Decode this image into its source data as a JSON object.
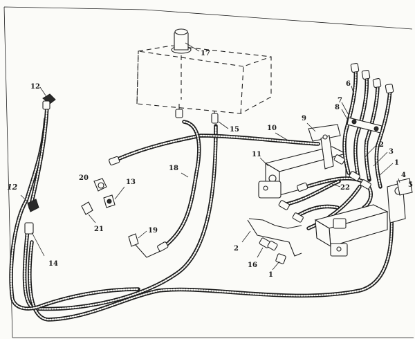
{
  "diagram": {
    "callouts": {
      "c17": "17",
      "c15": "15",
      "c12a": "12",
      "c12b": "12",
      "c14": "14",
      "c10": "10",
      "c9": "9",
      "c6": "6",
      "c7": "7",
      "c8": "8",
      "c11": "11",
      "c18": "18",
      "c20": "20",
      "c13": "13",
      "c21": "21",
      "c19": "19",
      "c22": "22",
      "c2a": "2",
      "c3": "3",
      "c1a": "1",
      "c4": "4",
      "c5": "5",
      "c2b": "2",
      "c16": "16",
      "c1b": "1"
    }
  }
}
